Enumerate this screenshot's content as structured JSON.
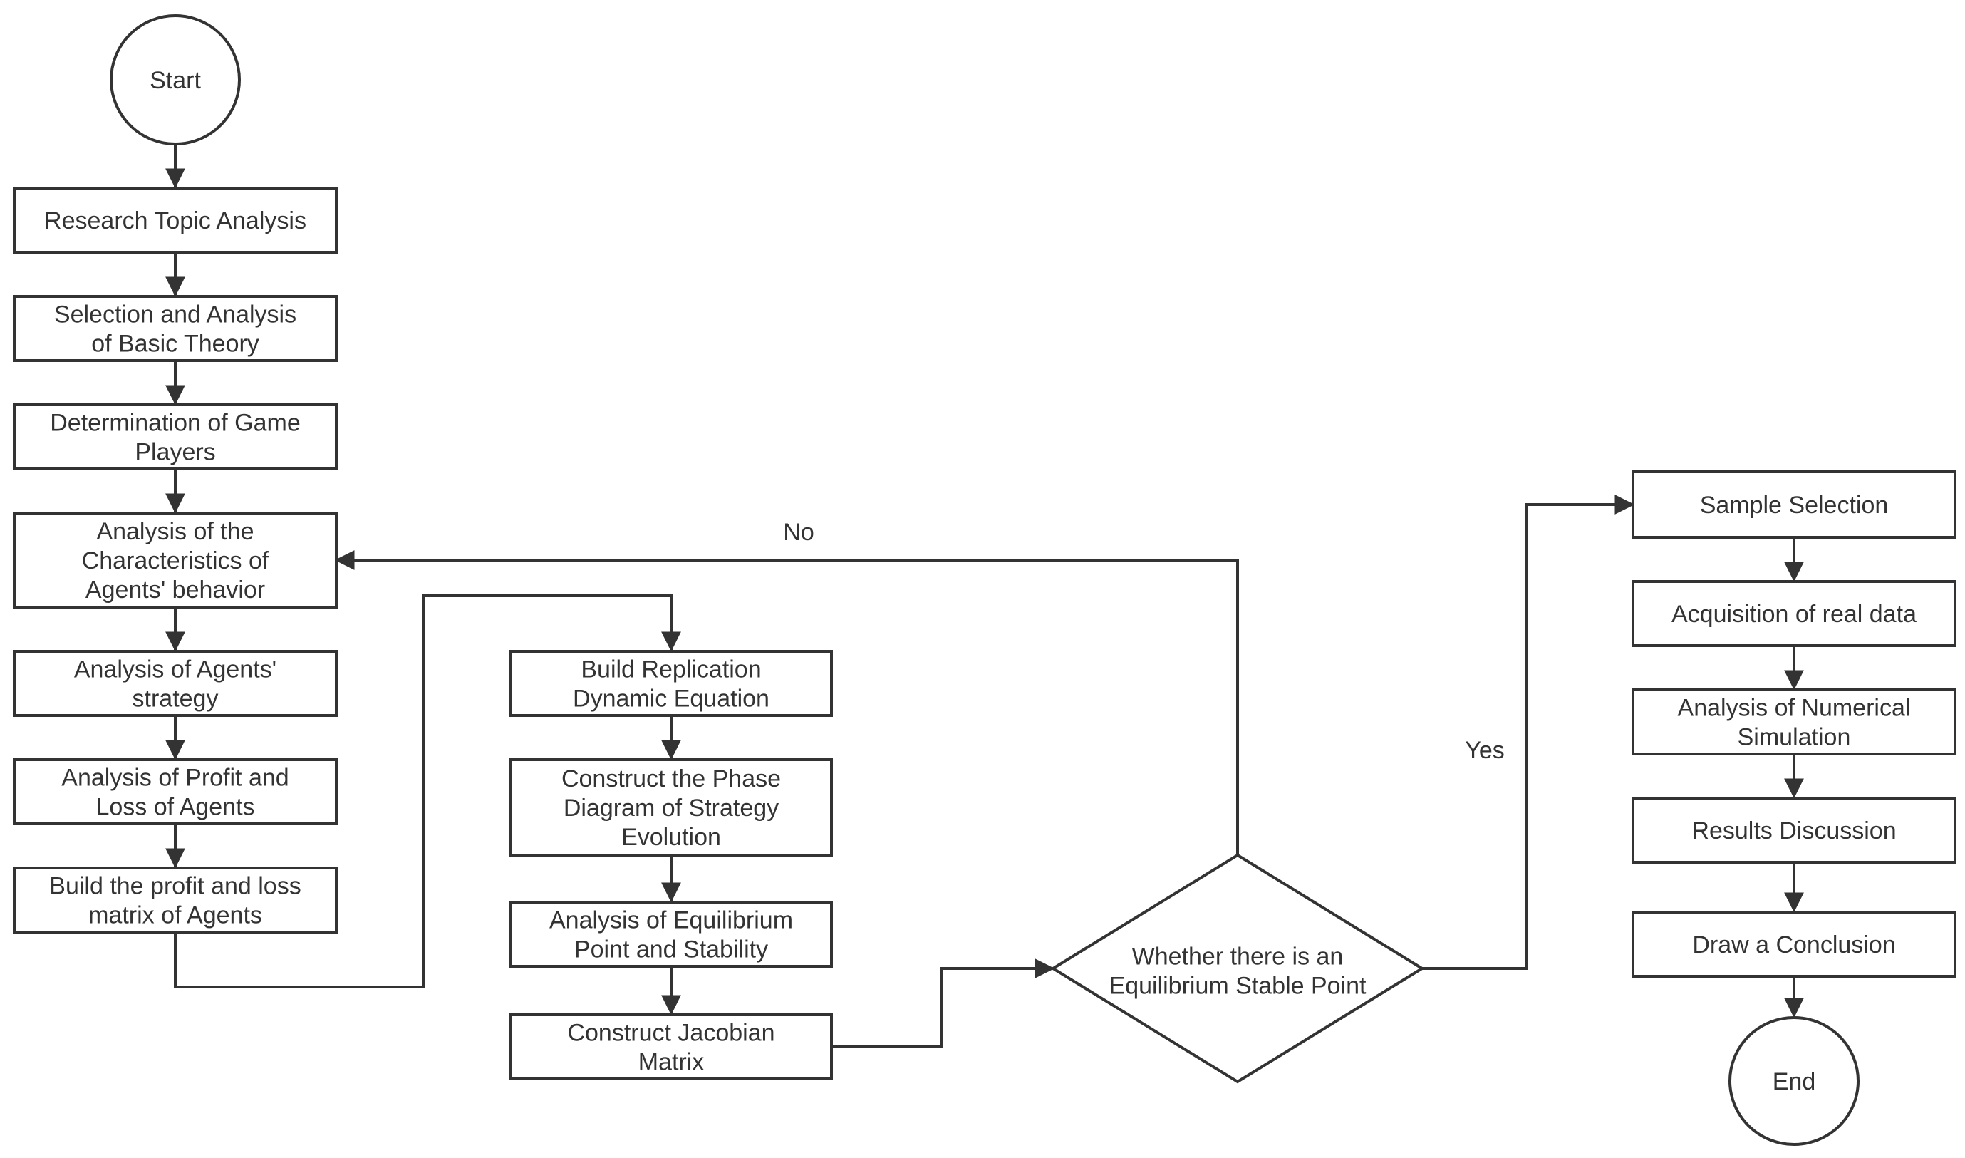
{
  "nodes": {
    "start": {
      "label": "Start"
    },
    "research_topic": {
      "label": "Research Topic Analysis"
    },
    "basic_theory": {
      "label": "Selection and Analysis\nof Basic Theory"
    },
    "game_players": {
      "label": "Determination of Game\nPlayers"
    },
    "agent_behavior": {
      "label": "Analysis of the\nCharacteristics of\nAgents' behavior"
    },
    "agent_strategy": {
      "label": "Analysis of Agents'\nstrategy"
    },
    "profit_loss": {
      "label": "Analysis of  Profit and\nLoss of Agents"
    },
    "profit_matrix": {
      "label": "Build the profit and loss\nmatrix of Agents"
    },
    "replication_eq": {
      "label": "Build Replication\nDynamic Equation"
    },
    "phase_diagram": {
      "label": "Construct the Phase\nDiagram of Strategy\nEvolution"
    },
    "equilibrium_analysis": {
      "label": "Analysis of Equilibrium\nPoint and Stability"
    },
    "jacobian": {
      "label": "Construct Jacobian\nMatrix"
    },
    "decision": {
      "label": "Whether there is an\nEquilibrium Stable Point"
    },
    "sample_selection": {
      "label": "Sample Selection"
    },
    "real_data": {
      "label": "Acquisition of real data"
    },
    "numerical_sim": {
      "label": "Analysis of Numerical\nSimulation"
    },
    "results_discussion": {
      "label": "Results Discussion"
    },
    "conclusion": {
      "label": "Draw a Conclusion"
    },
    "end": {
      "label": "End"
    }
  },
  "edge_labels": {
    "no": "No",
    "yes": "Yes"
  }
}
